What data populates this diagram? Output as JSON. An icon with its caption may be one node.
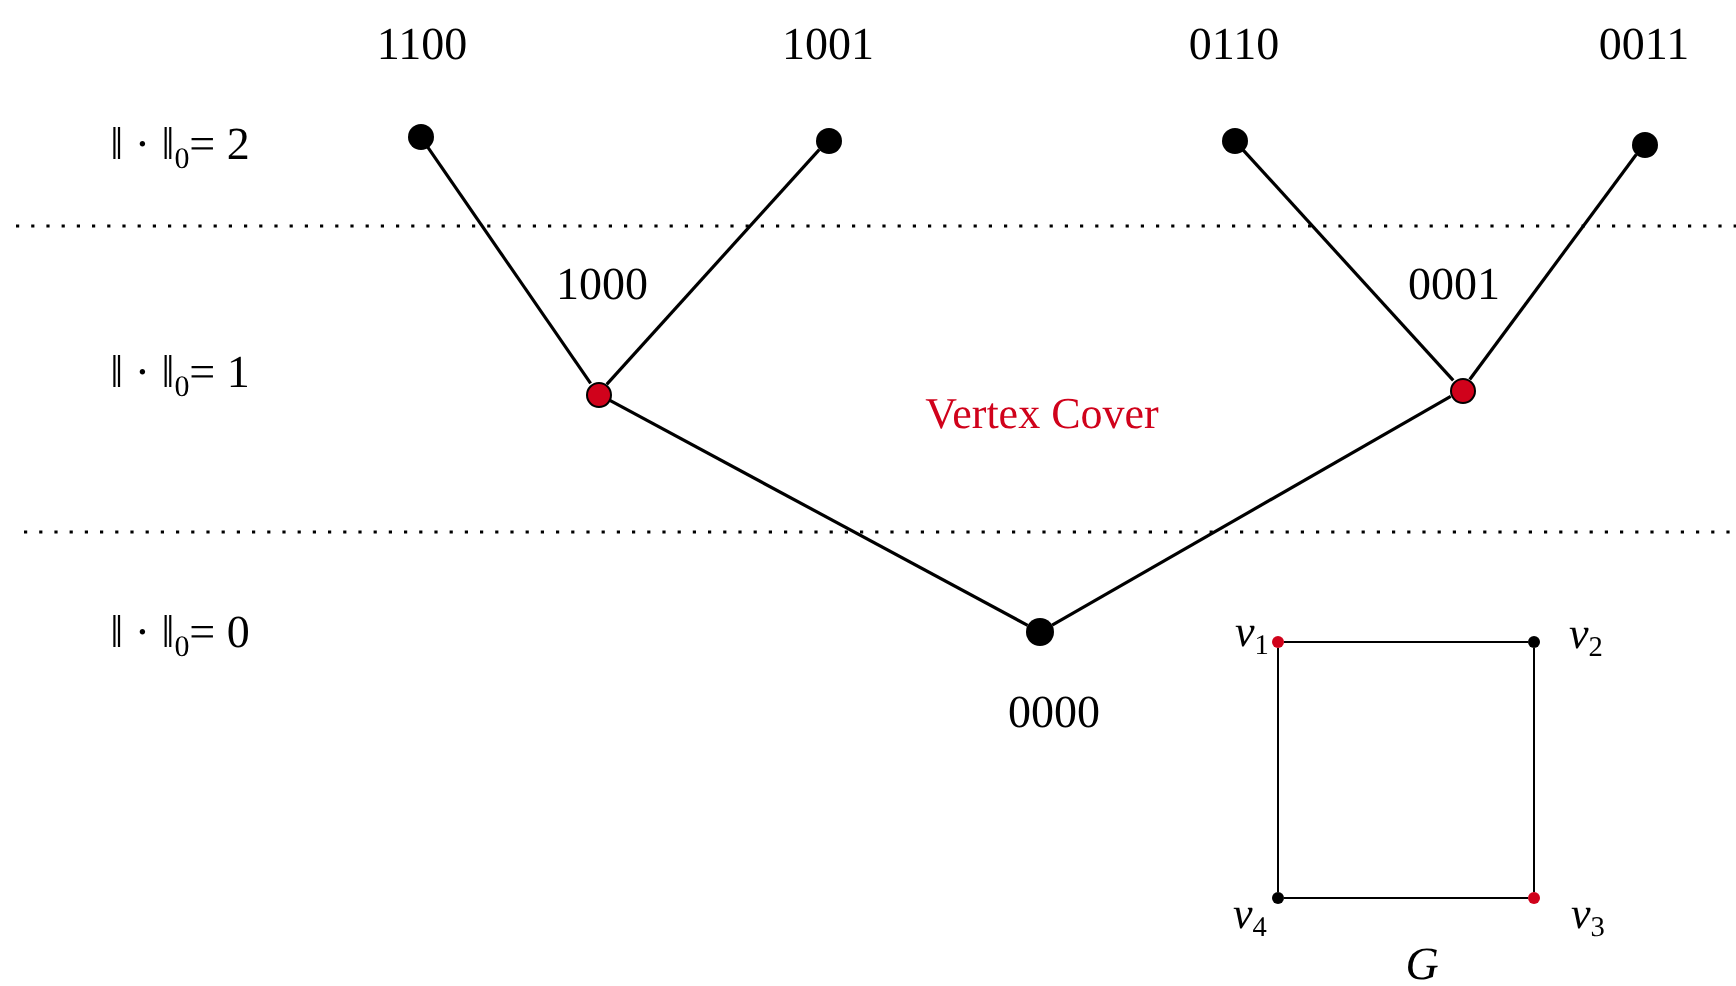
{
  "diagram": {
    "nodes": [
      {
        "text": [],
        "shape": "circle",
        "beside": [
          "1100"
        ]
      },
      {
        "text": [],
        "shape": "circle",
        "beside": [
          "1001"
        ]
      },
      {
        "text": [],
        "shape": "circle",
        "beside": [
          "0110"
        ]
      },
      {
        "text": [],
        "shape": "circle",
        "beside": [
          "0011"
        ]
      },
      {
        "text": [],
        "shape": "circle",
        "beside": [
          "1000"
        ]
      },
      {
        "text": [],
        "shape": "circle",
        "beside": [
          "0001"
        ]
      },
      {
        "text": [],
        "shape": "circle",
        "beside": [
          "0000"
        ]
      },
      {
        "text": [],
        "shape": "circle",
        "beside": [
          "*v*$_{1}$"
        ]
      },
      {
        "text": [],
        "shape": "circle",
        "beside": [
          "*v*$_{2}$"
        ]
      },
      {
        "text": [],
        "shape": "circle",
        "beside": [
          "*v*$_{4}$"
        ]
      },
      {
        "text": [],
        "shape": "circle",
        "beside": [
          "*v*$_{3}$"
        ]
      }
    ],
    "edges": [
      {
        "from": 0,
        "to": 4,
        "arrow": "none"
      },
      {
        "from": 1,
        "to": 4,
        "arrow": "none"
      },
      {
        "from": 2,
        "to": 5,
        "arrow": "none"
      },
      {
        "from": 3,
        "to": 5,
        "arrow": "none"
      },
      {
        "from": 4,
        "to": 6,
        "arrow": "none"
      },
      {
        "from": 5,
        "to": 6,
        "arrow": "none"
      },
      {
        "from": 7,
        "to": 8,
        "arrow": "none"
      },
      {
        "from": 8,
        "to": 10,
        "arrow": "none"
      },
      {
        "from": 10,
        "to": 9,
        "arrow": "none"
      },
      {
        "from": 9,
        "to": 7,
        "arrow": "none"
      }
    ],
    "labels": [
      "‖ · ‖$_{0}$= 2",
      "‖ · ‖$_{0}$= 1",
      "Vertex Cover",
      "‖ · ‖$_{0}$= 0",
      "G"
    ]
  }
}
